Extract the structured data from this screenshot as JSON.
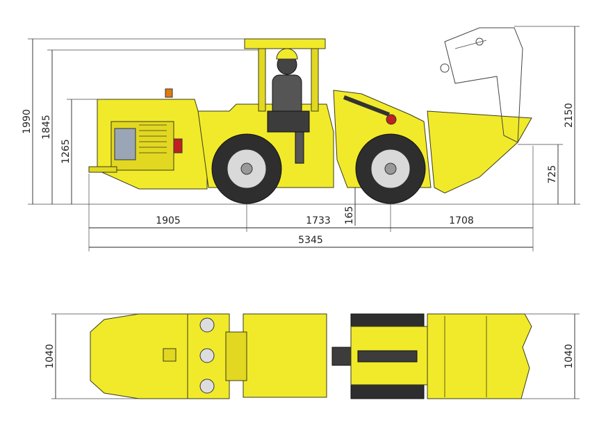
{
  "side_view": {
    "dims": {
      "overall_height": "1990",
      "height_1845": "1845",
      "height_1265": "1265",
      "height_bucket_raised": "2150",
      "bucket_pivot_height": "725",
      "ground_clearance": "165",
      "rear_overhang": "1905",
      "wheelbase": "1733",
      "front_overhang": "1708",
      "overall_length": "5345"
    }
  },
  "top_view": {
    "dims": {
      "width_left": "1040",
      "width_right": "1040"
    }
  },
  "colors": {
    "machine_yellow": "#f1ea2a",
    "tire": "#2e2e2e",
    "beacon": "#e07a10",
    "operator_suit": "#555555"
  }
}
